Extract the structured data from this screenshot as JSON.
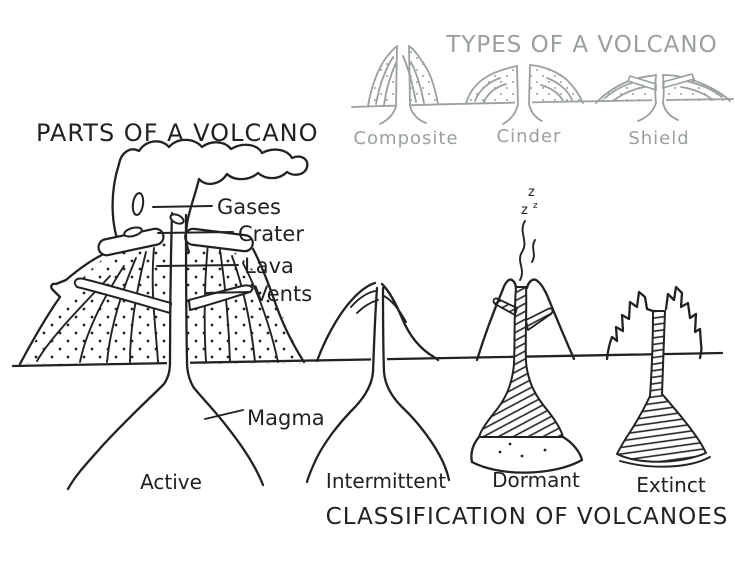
{
  "palette": {
    "ink": "#222222",
    "muted": "#9aa0a1",
    "background": "#ffffff"
  },
  "parts": {
    "title": "PARTS OF A VOLCANO",
    "labels": {
      "gases": "Gases",
      "crater": "Crater",
      "lava": "Lava",
      "vents": "Vents",
      "magma": "Magma"
    }
  },
  "types": {
    "title": "TYPES OF A VOLCANO",
    "items": [
      {
        "label": "Composite"
      },
      {
        "label": "Cinder"
      },
      {
        "label": "Shield"
      }
    ]
  },
  "classification": {
    "title": "CLASSIFICATION OF VOLCANOES",
    "items": [
      {
        "label": "Active"
      },
      {
        "label": "Intermittent"
      },
      {
        "label": "Dormant"
      },
      {
        "label": "Extinct"
      }
    ],
    "sleep": {
      "z1": "z",
      "z2": "z",
      "z3": "z"
    }
  }
}
